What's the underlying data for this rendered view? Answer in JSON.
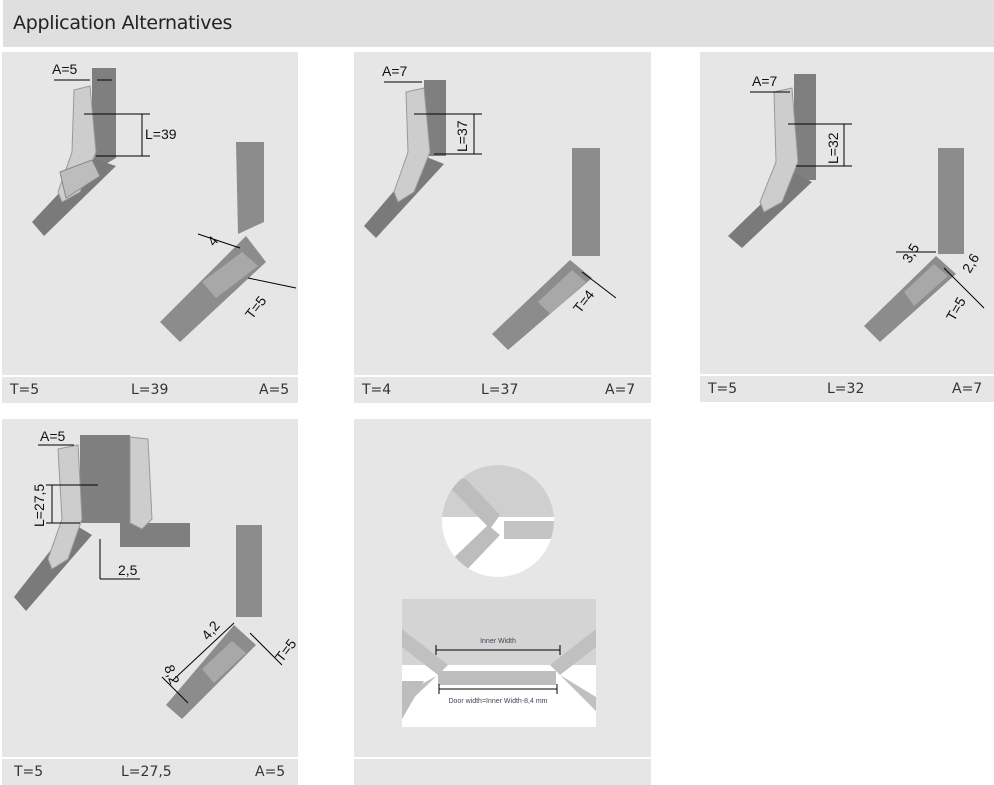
{
  "header": {
    "title": "Application Alternatives"
  },
  "colors": {
    "header_bg": "#dfdfdf",
    "panel_bg": "#e6e6e6",
    "door": "#8c8c8c",
    "hinge": "#c8c8c8"
  },
  "panels": [
    {
      "labels": {
        "a": "A=5",
        "l": "L=39",
        "gap": "4",
        "t": "T=5"
      },
      "footer": {
        "t": "T=5",
        "l": "L=39",
        "a": "A=5"
      }
    },
    {
      "labels": {
        "a": "A=7",
        "l": "L=37",
        "t": "T=4"
      },
      "footer": {
        "t": "T=4",
        "l": "L=37",
        "a": "A=7"
      }
    },
    {
      "labels": {
        "a": "A=7",
        "l": "L=32",
        "gap1": "3,5",
        "gap2": "2,6",
        "t": "T=5"
      },
      "footer": {
        "t": "T=5",
        "l": "L=32",
        "a": "A=7"
      }
    },
    {
      "labels": {
        "a": "A=5",
        "l": "L=27,5",
        "offset": "2,5",
        "gap1": "4,2",
        "gap2": "8,2",
        "t": "T=5"
      },
      "footer": {
        "t": "T=5",
        "l": "L=27,5",
        "a": "A=5"
      }
    },
    {
      "labels": {
        "inner": "Inner Width",
        "door": "Door width=Inner Width-8,4 mm"
      }
    }
  ]
}
